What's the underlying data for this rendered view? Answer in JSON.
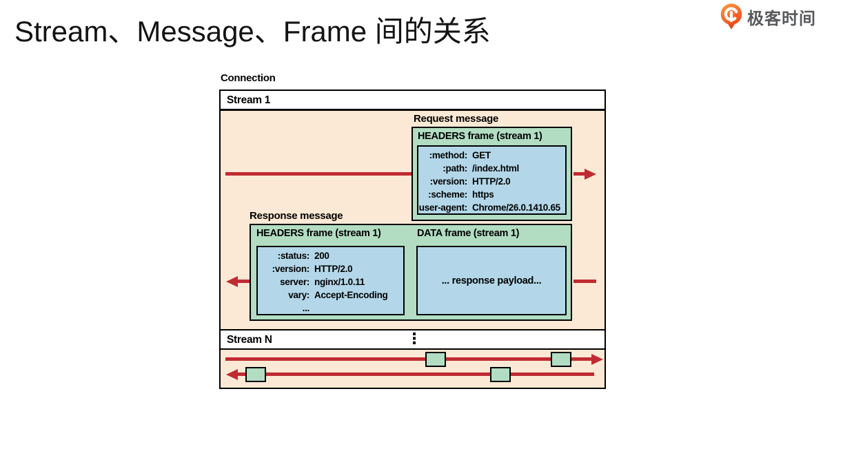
{
  "page": {
    "title": "Stream、Message、Frame 间的关系"
  },
  "brand": {
    "name": "极客时间"
  },
  "diagram": {
    "connection_label": "Connection",
    "stream1_label": "Stream 1",
    "streamN_label": "Stream N",
    "ellipsis": "⋮",
    "request": {
      "label": "Request message",
      "frame_title": "HEADERS frame (stream 1)",
      "headers": [
        {
          "key": ":method:",
          "value": "GET"
        },
        {
          "key": ":path:",
          "value": "/index.html"
        },
        {
          "key": ":version:",
          "value": "HTTP/2.0"
        },
        {
          "key": ":scheme:",
          "value": "https"
        },
        {
          "key": "user-agent:",
          "value": "Chrome/26.0.1410.65"
        }
      ]
    },
    "response": {
      "label": "Response message",
      "headers_frame_title": "HEADERS frame (stream 1)",
      "data_frame_title": "DATA frame (stream 1)",
      "headers": [
        {
          "key": ":status:",
          "value": "200"
        },
        {
          "key": ":version:",
          "value": "HTTP/2.0"
        },
        {
          "key": "server:",
          "value": "nginx/1.0.11"
        },
        {
          "key": "vary:",
          "value": "Accept-Encoding"
        },
        {
          "key": "...",
          "value": ""
        }
      ],
      "data_payload": "... response payload..."
    },
    "colors": {
      "stream_bg": "#fbe9d5",
      "frame_bg": "#b2ddc3",
      "payload_bg": "#b3d7e8",
      "arrow_red": "#c02b31",
      "border": "#000000",
      "brand_orange": "#f26a1d"
    }
  }
}
